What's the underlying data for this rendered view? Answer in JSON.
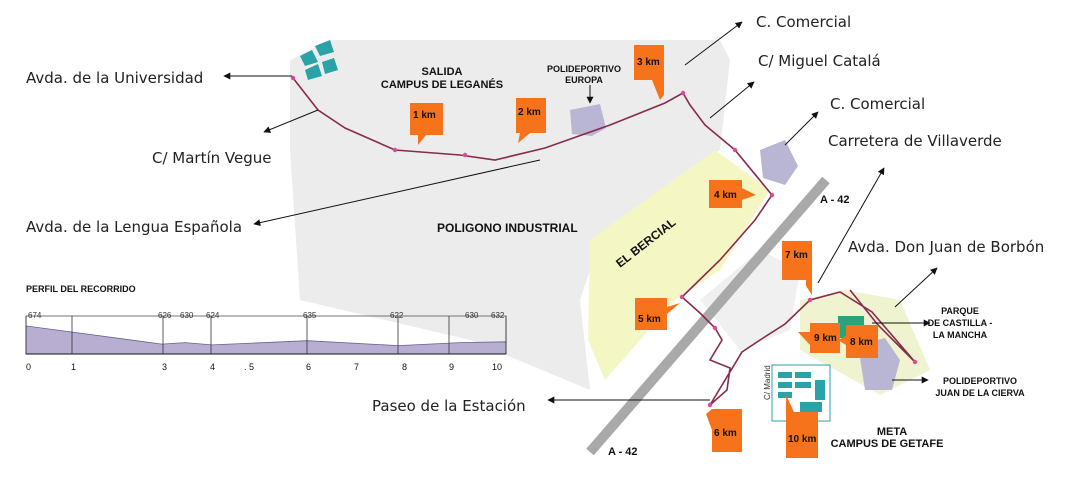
{
  "colors": {
    "route": "#8a2a4e",
    "km_marker": "#f6731c",
    "park": "#f4f6c4",
    "industrial": "#ececec",
    "sport_area": "#b9b6d4",
    "campus_getafe": "#2aa3a8",
    "highway": "#a9a9a9",
    "profile_fill": "#b7aed1",
    "salida_meta": "#8a2a4e"
  },
  "streets": {
    "avda_universidad": "Avda. de la Universidad",
    "martin_vegue": "C/ Martín Vegue",
    "avda_lengua": "Avda. de la Lengua Española",
    "paseo_estacion": "Paseo de la Estación",
    "c_comercial_1": "C. Comercial",
    "miguel_catala": "C/ Miguel Catalá",
    "c_comercial_2": "C. Comercial",
    "carretera_villaverde": "Carretera de Villaverde",
    "avda_don_juan": "Avda. Don Juan de Borbón"
  },
  "places": {
    "salida": "SALIDA",
    "campus_leganes": "CAMPUS DE LEGANÉS",
    "polideportivo_europa_1": "POLIDEPORTIVO",
    "polideportivo_europa_2": "EUROPA",
    "poligono": "POLIGONO INDUSTRIAL",
    "el_bercial": "EL BERCIAL",
    "a42_top": "A - 42",
    "a42_bottom": "A - 42",
    "parque_1": "PARQUE",
    "parque_2": "DE CASTILLA -",
    "parque_3": "LA MANCHA",
    "poli_cierva_1": "POLIDEPORTIVO",
    "poli_cierva_2": "JUAN DE LA CIERVA",
    "meta": "META",
    "campus_getafe": "CAMPUS DE GETAFE",
    "campus_small": "C/ Madrid"
  },
  "km_markers": [
    "1 km",
    "2 km",
    "3 km",
    "4 km",
    "5 km",
    "6 km",
    "7 km",
    "8 km",
    "9 km",
    "10 km"
  ],
  "profile": {
    "title": "PERFIL DEL RECORRIDO",
    "elevations": [
      674,
      626,
      630,
      624,
      635,
      622,
      630,
      632
    ],
    "elevation_labels": [
      "674",
      "626",
      "630",
      "624",
      "635",
      "622",
      "630",
      "632"
    ],
    "distance_labels": [
      "0",
      "1",
      "3",
      "4",
      ". 5",
      "6",
      "7",
      "8",
      "9",
      "10"
    ]
  }
}
